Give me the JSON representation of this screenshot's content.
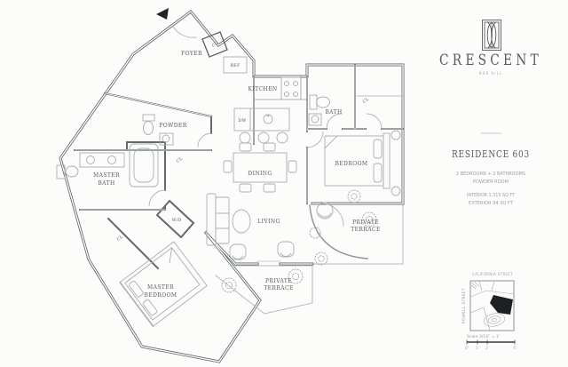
{
  "brand": {
    "name": "CRESCENT",
    "location": "NOB HILL"
  },
  "residence": {
    "title": "RESIDENCE 603",
    "bedrooms_line": "2 BEDROOMS + 2 BATHROOMS",
    "powder_line": "POWDER ROOM",
    "interior_line": "INTERIOR 1,315 SQ FT",
    "exterior_line": "EXTERIOR 94 SQ FT"
  },
  "floorplan": {
    "labels": {
      "foyer": "FOYER",
      "kitchen": "KITCHEN",
      "powder": "POWDER",
      "dining": "DINING",
      "living": "LIVING",
      "bath": "BATH",
      "bedroom": "BEDROOM",
      "master": "MASTER",
      "private": "PRIVATE",
      "terrace": "TERRACE",
      "cl": "CL",
      "ref": "REF",
      "dw": "DW",
      "wd": "W/D"
    }
  },
  "sitemap": {
    "street_top": "CALIFORNIA STREET",
    "street_left": "POWELL STREET",
    "scale_label": "Scale 3/16\" = 1'",
    "ticks": [
      "0'",
      "1'",
      "2'",
      "4'"
    ]
  },
  "colors": {
    "wall": "#5d6167",
    "furniture": "#a9aeb3",
    "brand_dark": "#42474d",
    "muted": "#98a0a8",
    "marker_black": "#1e2124"
  }
}
